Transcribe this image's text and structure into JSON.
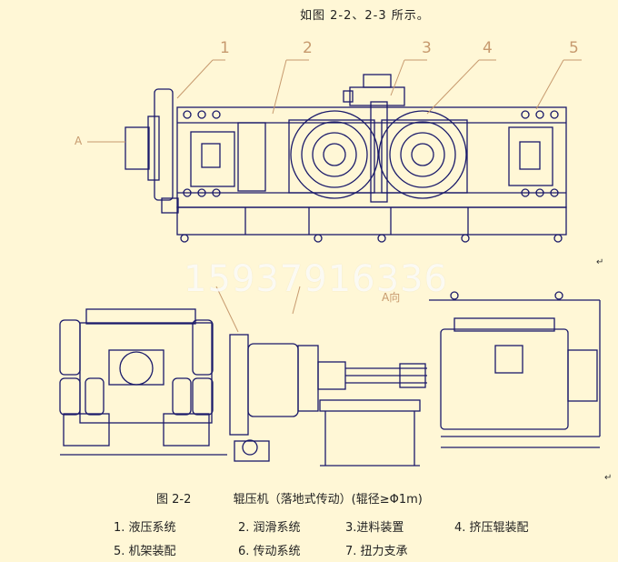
{
  "intro_text": "如图 2-2、2-3 所示。",
  "callouts": [
    "1",
    "2",
    "3",
    "4",
    "5"
  ],
  "view_a_label": "A",
  "view_a_section_label": "A向",
  "watermark": "15937916336",
  "figure": {
    "number": "图 2-2",
    "title": "辊压机（落地式传动）(辊径≥Φ1m)"
  },
  "legend": [
    "1. 液压系统",
    "2. 润滑系统",
    "3.进料装置",
    "4. 挤压辊装配",
    "5. 机架装配",
    "6. 传动系统",
    "7. 扭力支承"
  ],
  "colors": {
    "background": "#fff7d6",
    "drawing": "#1a1a6a",
    "leader": "#c79a6e"
  }
}
